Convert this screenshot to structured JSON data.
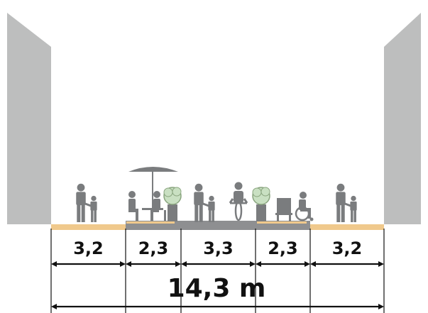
{
  "colors": {
    "building": "#bdbebe",
    "sidewalk": "#f0c98c",
    "street": "#8e8f91",
    "figure": "#7a7c7e",
    "tree_foliage": "#c9e0c2",
    "tree_outline": "#8aa57f",
    "line": "#111111"
  },
  "segments": [
    {
      "label": "3,2",
      "surface": "sidewalk"
    },
    {
      "label": "2,3",
      "surface": "street"
    },
    {
      "label": "3,3",
      "surface": "street"
    },
    {
      "label": "2,3",
      "surface": "street"
    },
    {
      "label": "3,2",
      "surface": "sidewalk"
    }
  ],
  "total_label": "14,3 m",
  "icons": [
    "pedestrian-adult-child-icon",
    "cafe-table-umbrella-icon",
    "tree-icon",
    "pedestrian-adult-child-icon",
    "cyclist-icon",
    "tree-icon",
    "bench-icon",
    "wheelchair-user-icon",
    "pedestrian-adult-child-icon"
  ]
}
